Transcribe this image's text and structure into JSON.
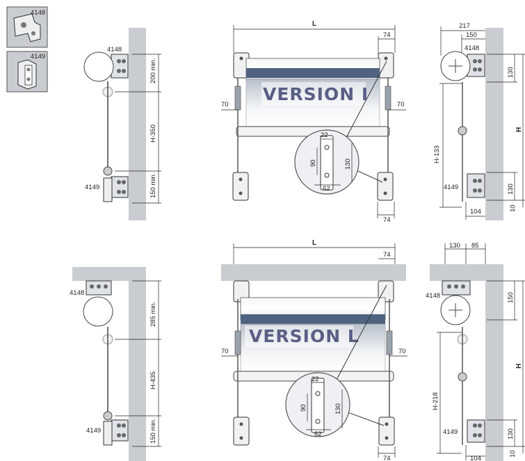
{
  "icons": {
    "bracket_top_code": "4148",
    "bracket_bottom_code": "4149"
  },
  "version_i": {
    "title": "VERSION I",
    "side_left": {
      "label_top": "4148",
      "label_bottom": "4149",
      "dim_top": "200 min.",
      "dim_mid": "H-350",
      "dim_bottom": "150 min."
    },
    "front": {
      "width_label": "L",
      "offset_top": "74",
      "offset_bottom": "74",
      "margin_left": "70",
      "margin_right": "70",
      "detail": {
        "w_top": "22",
        "h_left": "90",
        "h_right": "130",
        "w_bottom": "62"
      }
    },
    "side_right": {
      "dim_217": "217",
      "dim_150": "150",
      "label_top": "4148",
      "label_bottom": "4149",
      "dim_130_top": "130",
      "dim_H": "H",
      "dim_h133": "H-133",
      "dim_130_bottom": "130",
      "dim_10": "10",
      "dim_104": "104"
    }
  },
  "version_l": {
    "title": "VERSION L",
    "side_left": {
      "label_top": "4148",
      "label_bottom": "4149",
      "dim_top": "285 min.",
      "dim_mid": "H-435",
      "dim_bottom": "150 min."
    },
    "front": {
      "width_label": "L",
      "offset_top": "74",
      "offset_bottom": "74",
      "margin_left": "70",
      "margin_right": "70",
      "detail": {
        "w_top": "22",
        "h_left": "90",
        "h_right": "130",
        "w_bottom": "62"
      }
    },
    "side_right": {
      "dim_130": "130",
      "dim_85": "85",
      "label_top": "4148",
      "label_bottom": "4149",
      "dim_150_top": "150",
      "dim_H": "H",
      "dim_h218": "H-218",
      "dim_130_bottom": "130",
      "dim_10": "10",
      "dim_104": "104"
    }
  },
  "colors": {
    "wall": "#c9ccd1",
    "blind_band": "#4f6380",
    "version_text": "#5a5f86"
  }
}
